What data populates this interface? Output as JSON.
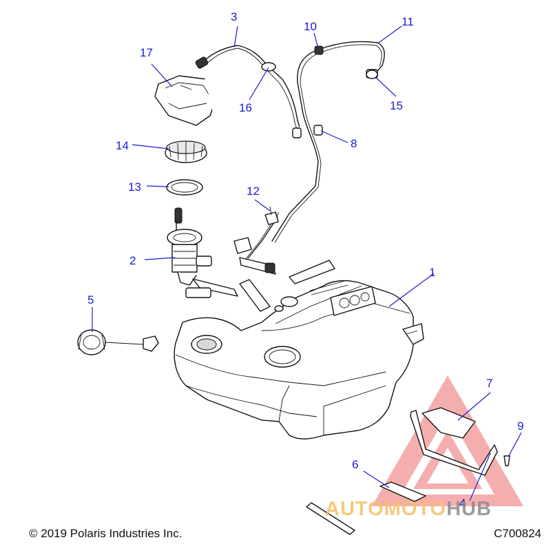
{
  "diagram": {
    "callouts": {
      "c1": "1",
      "c2": "2",
      "c3": "3",
      "c4": "4",
      "c5": "5",
      "c6": "6",
      "c7": "7",
      "c8": "8",
      "c9": "9",
      "c10": "10",
      "c11": "11",
      "c12": "12",
      "c13": "13",
      "c14": "14",
      "c15": "15",
      "c16": "16",
      "c17": "17"
    },
    "callout_color": "#1a1ad6",
    "watermark": {
      "text": "AUTOMOTOHUB",
      "auto_color": "#f5c06a",
      "hub_color": "#8a8a8a",
      "triangle_color": "#f08080"
    }
  },
  "footer": {
    "copyright": "© 2019 Polaris Industries Inc.",
    "figure_id": "C700824"
  }
}
